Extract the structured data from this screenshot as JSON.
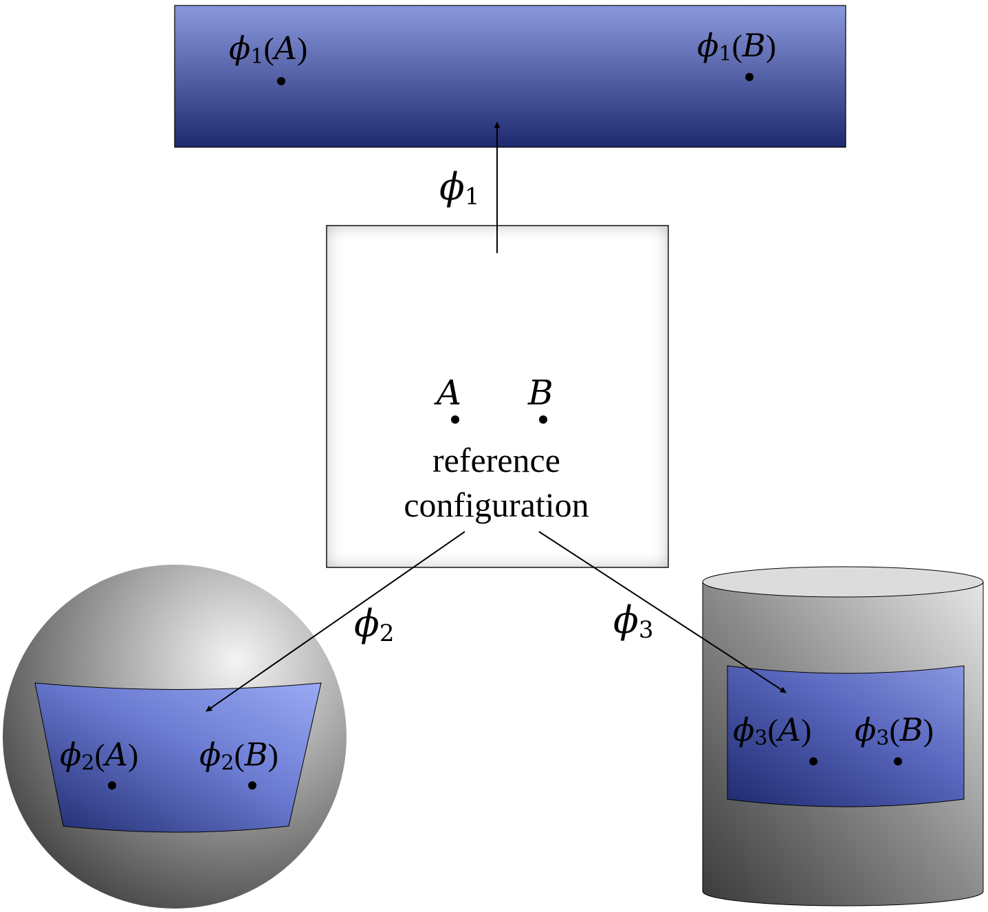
{
  "reference": {
    "point_a": "A",
    "point_b": "B",
    "caption_line1": "reference",
    "caption_line2": "configuration"
  },
  "maps": {
    "phi1": {
      "symbol": "ϕ",
      "index": "1"
    },
    "phi2": {
      "symbol": "ϕ",
      "index": "2"
    },
    "phi3": {
      "symbol": "ϕ",
      "index": "3"
    }
  },
  "config_top": {
    "label_a": {
      "symbol": "ϕ",
      "index": "1",
      "open": "(",
      "arg": "A",
      "close": ")"
    },
    "label_b": {
      "symbol": "ϕ",
      "index": "1",
      "open": "(",
      "arg": "B",
      "close": ")"
    }
  },
  "config_sphere": {
    "label_a": {
      "symbol": "ϕ",
      "index": "2",
      "open": "(",
      "arg": "A",
      "close": ")"
    },
    "label_b": {
      "symbol": "ϕ",
      "index": "2",
      "open": "(",
      "arg": "B",
      "close": ")"
    }
  },
  "config_cylinder": {
    "label_a": {
      "symbol": "ϕ",
      "index": "3",
      "open": "(",
      "arg": "A",
      "close": ")"
    },
    "label_b": {
      "symbol": "ϕ",
      "index": "3",
      "open": "(",
      "arg": "B",
      "close": ")"
    }
  },
  "colors": {
    "blue_light": "#8a98dd",
    "blue_dark": "#1f2a6e",
    "gray_light": "#dcdcdc",
    "gray_dark": "#3e3e3e"
  }
}
